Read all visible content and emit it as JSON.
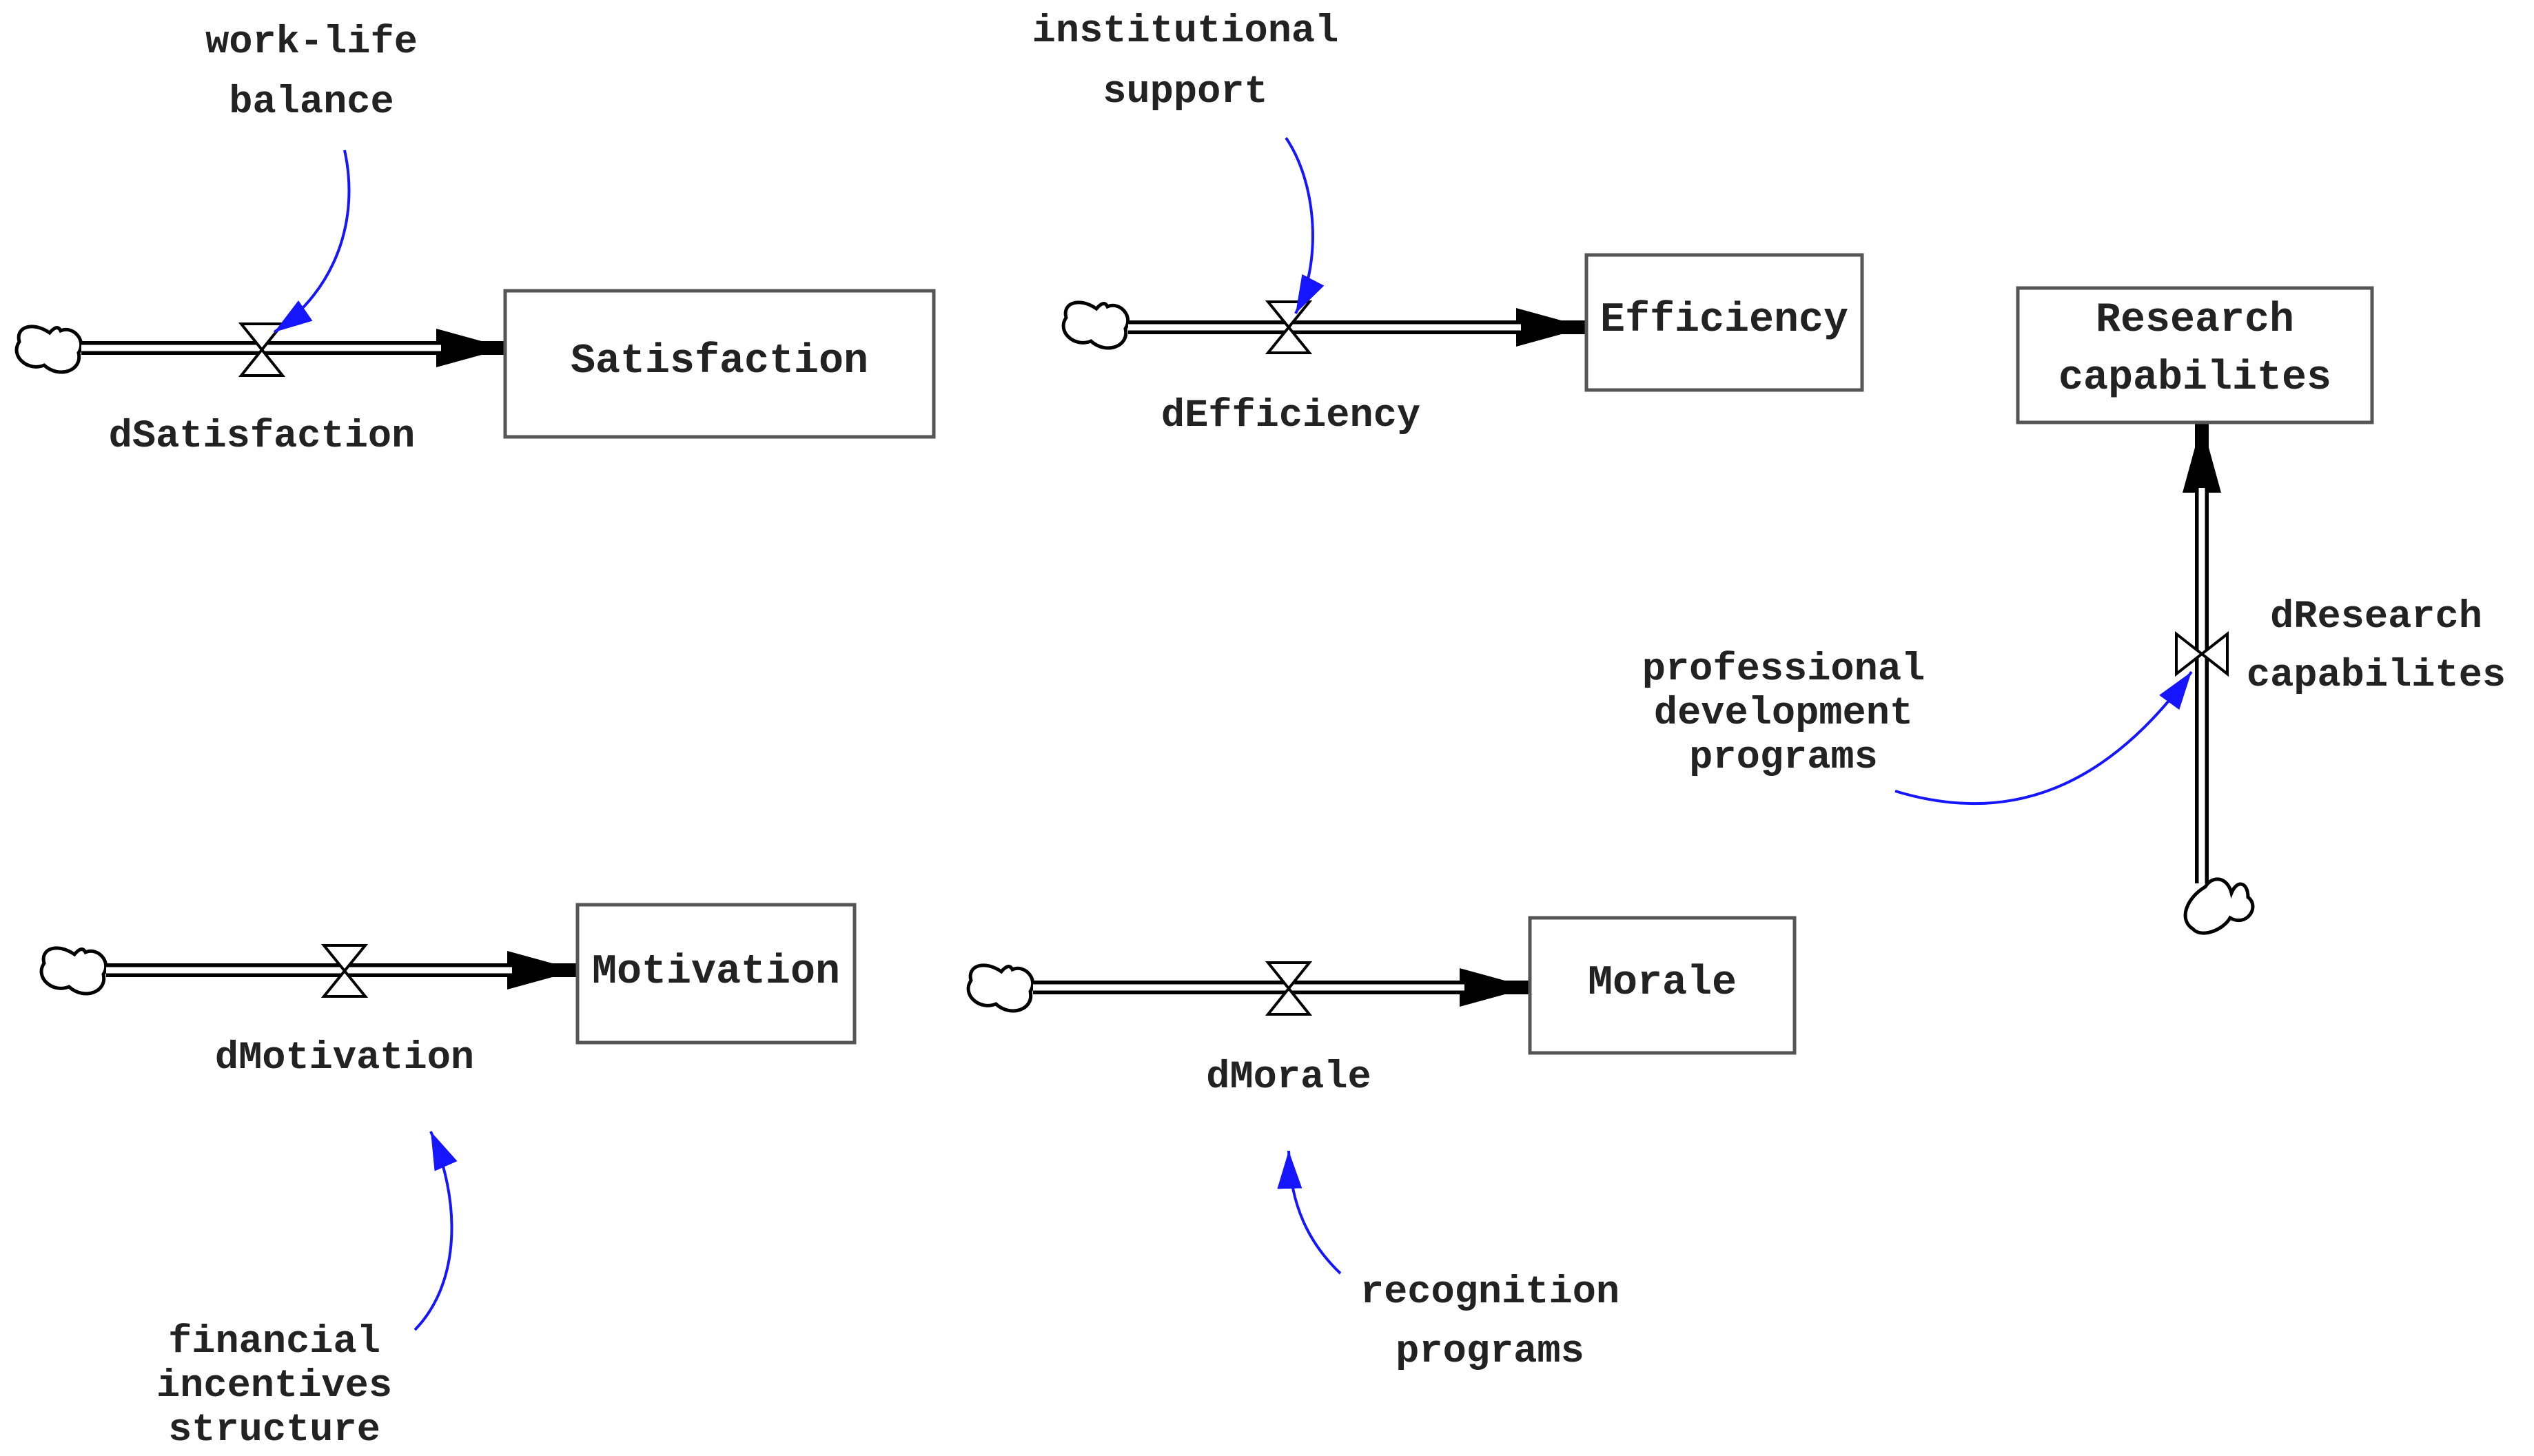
{
  "stocks": {
    "satisfaction": "Satisfaction",
    "efficiency": "Efficiency",
    "research": [
      "Research",
      "capabilites"
    ],
    "motivation": "Motivation",
    "morale": "Morale"
  },
  "flows": {
    "satisfaction": "dSatisfaction",
    "efficiency": "dEfficiency",
    "research": [
      "dResearch",
      "capabilites"
    ],
    "motivation": "dMotivation",
    "morale": "dMorale"
  },
  "auxiliaries": {
    "work_life": [
      "work-life",
      "balance"
    ],
    "institutional": [
      "institutional",
      "support"
    ],
    "professional": [
      "professional",
      "development",
      "programs"
    ],
    "financial": [
      "financial",
      "incentives",
      "structure"
    ],
    "recognition": [
      "recognition",
      "programs"
    ]
  },
  "colors": {
    "link": "#1515ff",
    "pipe": "#000000",
    "text": "#222222"
  }
}
